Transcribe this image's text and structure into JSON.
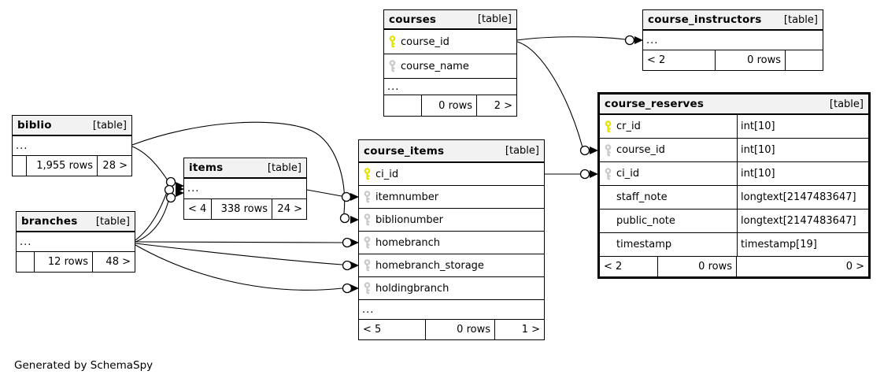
{
  "footer_note": "Generated by SchemaSpy",
  "colors": {
    "primary_key_icon": "#e3e300",
    "secondary_key_icon": "#c8c8c8",
    "header_bg": "#f2f2f2",
    "border": "#000000",
    "table_bg": "#ffffff"
  },
  "tables": [
    {
      "id": "courses",
      "name": "courses",
      "tag": "[table]",
      "main": false,
      "columns": [
        {
          "name": "course_id",
          "key": "primary",
          "type": ""
        },
        {
          "name": "course_name",
          "key": "secondary",
          "type": ""
        }
      ],
      "ellipsis": "...",
      "footer": {
        "left": "",
        "mid": "0 rows",
        "right": "2 >"
      }
    },
    {
      "id": "course_instructors",
      "name": "course_instructors",
      "tag": "[table]",
      "main": false,
      "columns": [],
      "ellipsis": "...",
      "footer": {
        "left": "< 2",
        "mid": "0 rows",
        "right": ""
      }
    },
    {
      "id": "course_reserves",
      "name": "course_reserves",
      "tag": "[table]",
      "main": true,
      "columns": [
        {
          "name": "cr_id",
          "key": "primary",
          "type": "int[10]"
        },
        {
          "name": "course_id",
          "key": "secondary",
          "type": "int[10]"
        },
        {
          "name": "ci_id",
          "key": "secondary",
          "type": "int[10]"
        },
        {
          "name": "staff_note",
          "key": "none",
          "type": "longtext[2147483647]"
        },
        {
          "name": "public_note",
          "key": "none",
          "type": "longtext[2147483647]"
        },
        {
          "name": "timestamp",
          "key": "none",
          "type": "timestamp[19]"
        }
      ],
      "ellipsis": "",
      "footer": {
        "left": "< 2",
        "mid": "0 rows",
        "right": "0 >"
      }
    },
    {
      "id": "biblio",
      "name": "biblio",
      "tag": "[table]",
      "main": false,
      "columns": [],
      "ellipsis": "...",
      "footer": {
        "left": "",
        "mid": "1,955 rows",
        "right": "28 >"
      }
    },
    {
      "id": "items",
      "name": "items",
      "tag": "[table]",
      "main": false,
      "columns": [],
      "ellipsis": "...",
      "footer": {
        "left": "< 4",
        "mid": "338 rows",
        "right": "24 >"
      }
    },
    {
      "id": "branches",
      "name": "branches",
      "tag": "[table]",
      "main": false,
      "columns": [],
      "ellipsis": "...",
      "footer": {
        "left": "",
        "mid": "12 rows",
        "right": "48 >"
      }
    },
    {
      "id": "course_items",
      "name": "course_items",
      "tag": "[table]",
      "main": false,
      "columns": [
        {
          "name": "ci_id",
          "key": "primary",
          "type": ""
        },
        {
          "name": "itemnumber",
          "key": "secondary",
          "type": ""
        },
        {
          "name": "biblionumber",
          "key": "secondary",
          "type": ""
        },
        {
          "name": "homebranch",
          "key": "secondary",
          "type": ""
        },
        {
          "name": "homebranch_storage",
          "key": "secondary",
          "type": ""
        },
        {
          "name": "holdingbranch",
          "key": "secondary",
          "type": ""
        }
      ],
      "ellipsis": "...",
      "footer": {
        "left": "< 5",
        "mid": "0 rows",
        "right": "1 >"
      }
    }
  ],
  "relationships": [
    {
      "from": "courses.course_id",
      "to": "course_instructors"
    },
    {
      "from": "courses.course_id",
      "to": "course_reserves.course_id"
    },
    {
      "from": "course_items.ci_id",
      "to": "course_reserves.ci_id"
    },
    {
      "from": "biblio",
      "to": "items"
    },
    {
      "from": "branches",
      "to": "items"
    },
    {
      "from": "branches",
      "to": "items"
    },
    {
      "from": "items",
      "to": "course_items.itemnumber"
    },
    {
      "from": "biblio",
      "to": "course_items.biblionumber"
    },
    {
      "from": "branches",
      "to": "course_items.homebranch"
    },
    {
      "from": "branches",
      "to": "course_items.homebranch_storage"
    },
    {
      "from": "branches",
      "to": "course_items.holdingbranch"
    }
  ]
}
